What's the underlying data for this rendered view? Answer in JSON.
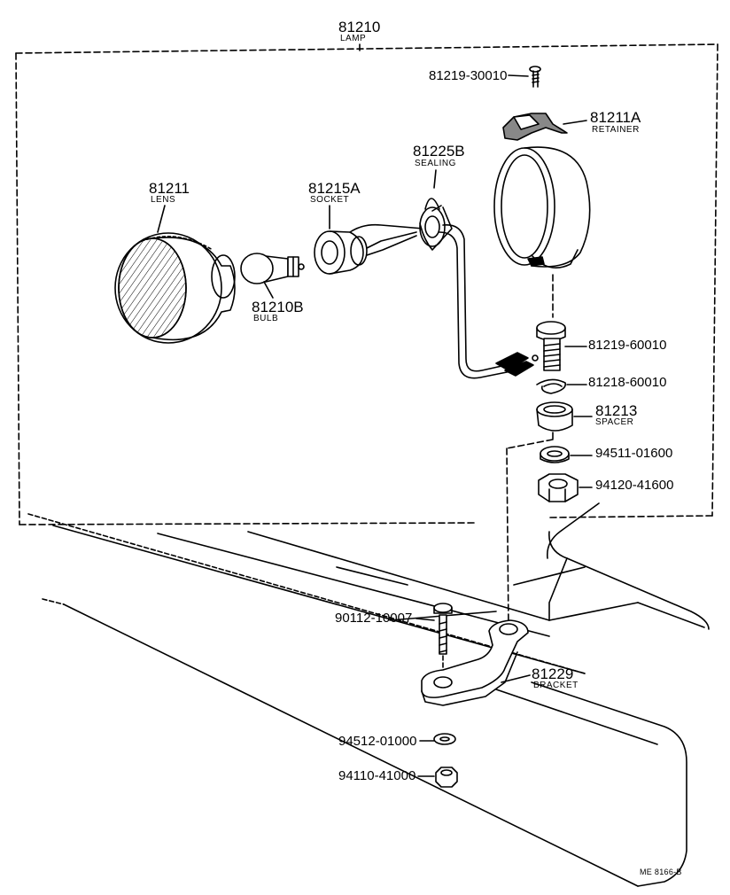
{
  "parts": {
    "lamp": {
      "number": "81210",
      "name": "LAMP"
    },
    "screw_top": {
      "number": "81219-30010"
    },
    "retainer": {
      "number": "81211A",
      "name": "RETAINER"
    },
    "sealing": {
      "number": "81225B",
      "name": "SEALING"
    },
    "lens": {
      "number": "81211",
      "name": "LENS"
    },
    "socket": {
      "number": "81215A",
      "name": "SOCKET"
    },
    "bulb": {
      "number": "81210B",
      "name": "BULB"
    },
    "bolt_lamp": {
      "number": "81219-60010"
    },
    "clip": {
      "number": "81218-60010"
    },
    "spacer": {
      "number": "81213",
      "name": "SPACER"
    },
    "washer_upper": {
      "number": "94511-01600"
    },
    "nut_upper": {
      "number": "94120-41600"
    },
    "bolt_bracket": {
      "number": "90112-10007"
    },
    "bracket": {
      "number": "81229",
      "name": "BRACKET"
    },
    "washer_lower": {
      "number": "94512-01000"
    },
    "nut_lower": {
      "number": "94110-41000"
    }
  },
  "reference": "ME 8166-B"
}
